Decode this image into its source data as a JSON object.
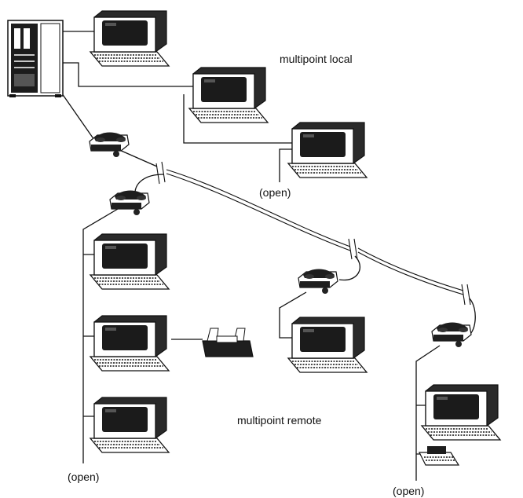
{
  "labels": {
    "multipoint_local": "multipoint local",
    "multipoint_remote": "multipoint remote",
    "open_local": "(open)",
    "open_remote_left": "(open)",
    "open_remote_right": "(open)"
  },
  "nodes": {
    "host": "host-computer-cabinet",
    "local_terminals": [
      "terminal",
      "terminal",
      "terminal"
    ],
    "remote_left_terminals": [
      "terminal",
      "terminal",
      "terminal"
    ],
    "remote_left_printer": "printer",
    "remote_mid_terminal": "terminal",
    "remote_right_terminal": "terminal",
    "remote_right_calculator": "desktop-calculator",
    "modems": [
      "modem",
      "modem",
      "modem",
      "modem"
    ]
  },
  "colors": {
    "ink": "#111111",
    "screen": "#222222",
    "paper": "#ffffff",
    "grey": "#888888"
  }
}
